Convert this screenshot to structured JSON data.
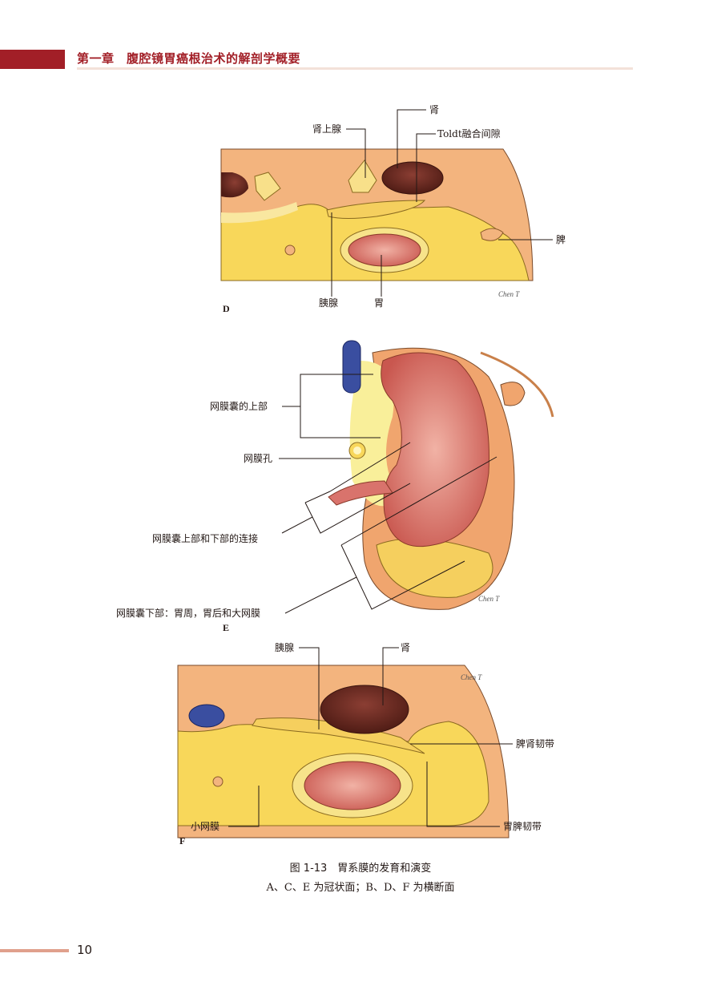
{
  "header": {
    "chapter_title": "第一章　腹腔镜胃癌根治术的解剖学概要"
  },
  "figure_d": {
    "panel": "D",
    "labels": {
      "adrenal": "肾上腺",
      "kidney": "肾",
      "toldt": "Toldt融合间隙",
      "spleen": "脾",
      "pancreas": "胰腺",
      "stomach": "胃"
    }
  },
  "figure_e": {
    "panel": "E",
    "labels": {
      "upper_bursa": "网膜囊的上部",
      "foramen": "网膜孔",
      "connection": "网膜囊上部和下部的连接",
      "lower_bursa": "网膜囊下部：胃周，胃后和大网膜"
    }
  },
  "figure_f": {
    "panel": "F",
    "labels": {
      "pancreas": "胰腺",
      "kidney": "肾",
      "splenorenal": "脾肾韧带",
      "lesser_omentum": "小网膜",
      "gastrosplenic": "胃脾韧带"
    }
  },
  "signature": "Chen T",
  "caption": {
    "title": "图 1-13　胃系膜的发育和演变",
    "subtitle": "A、C、E 为冠状面；B、D、F 为横断面"
  },
  "footer": {
    "page_number": "10"
  },
  "colors": {
    "accent": "#a21f27",
    "orange": "#f3b47e",
    "yellow": "#f8d75a",
    "stomach": "#d9736c",
    "kidney": "#6b2a22",
    "vein": "#3a4ea0"
  }
}
